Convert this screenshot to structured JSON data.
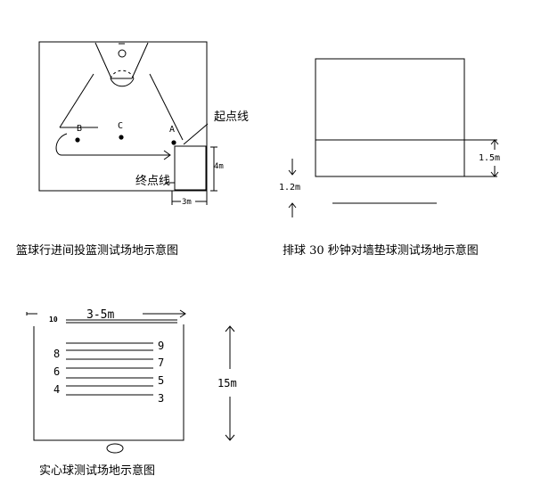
{
  "basketball": {
    "caption": "篮球行进间投篮测试场地示意图",
    "point_a": "A",
    "point_b": "B",
    "point_c": "C",
    "start_line": "起点线",
    "end_line": "终点线",
    "dim_4m": "4m",
    "dim_3m": "3m"
  },
  "volleyball": {
    "caption": "排球 30 秒钟对墙垫球测试场地示意图",
    "dim_15m": "1.5m",
    "dim_12m": "1.2m"
  },
  "medicine_ball": {
    "caption": "实心球测试场地示意图",
    "top_number": "10",
    "range": "3-5m",
    "numbers_left": [
      "8",
      "6",
      "4"
    ],
    "numbers_right": [
      "9",
      "7",
      "5",
      "3"
    ],
    "length": "15m"
  }
}
